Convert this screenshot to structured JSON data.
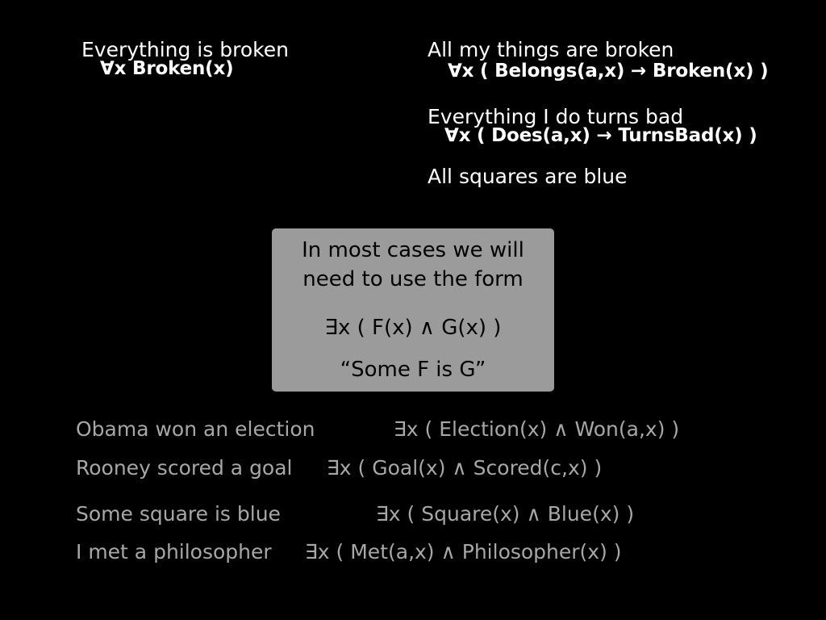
{
  "universal": {
    "left": {
      "label": "Everything is broken",
      "formula": "∀x Broken(x)"
    },
    "right": [
      {
        "label": "All my things are broken",
        "formula": "∀x ( Belongs(a,x) → Broken(x) )"
      },
      {
        "label": "Everything I do turns bad",
        "formula": "∀x ( Does(a,x) → TurnsBad(x) )"
      },
      {
        "label": "All squares are blue"
      }
    ]
  },
  "callout": {
    "line1": "In most cases we will",
    "line2": "need to use the form",
    "formula": "∃x ( F(x) ∧ G(x) )",
    "gloss": "“Some F is G”"
  },
  "examples": [
    {
      "sentence": "Obama won an election",
      "formula": "∃x ( Election(x) ∧ Won(a,x) )"
    },
    {
      "sentence": "Rooney scored a goal",
      "formula": "∃x ( Goal(x) ∧ Scored(c,x) )"
    },
    {
      "sentence": "Some square is blue",
      "formula": "∃x ( Square(x) ∧ Blue(x) )"
    },
    {
      "sentence": "I met a philosopher",
      "formula": "∃x ( Met(a,x) ∧ Philosopher(x) )"
    }
  ]
}
